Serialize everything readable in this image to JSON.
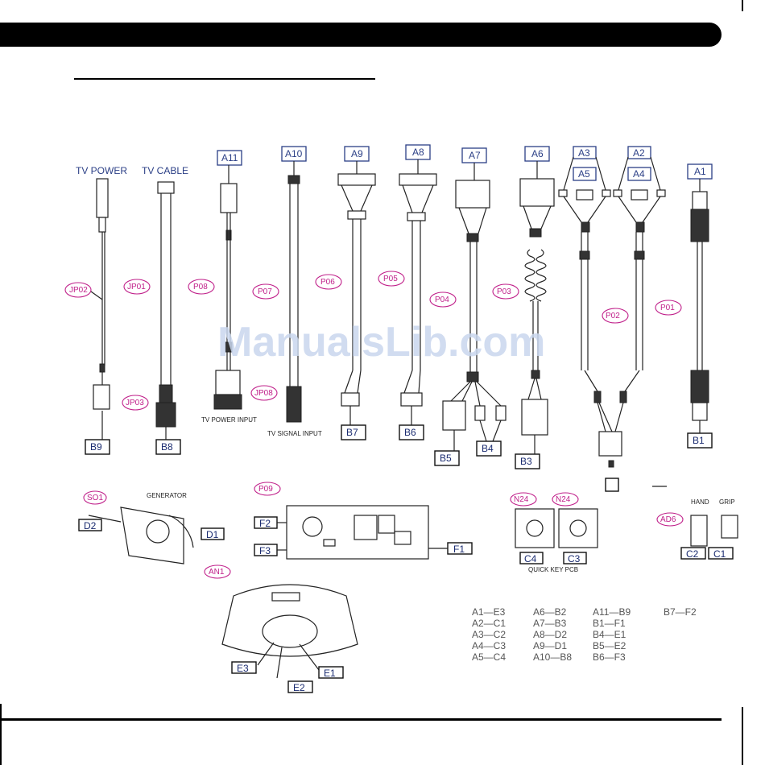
{
  "heading_top_labels": {
    "tv_power": "TV  POWER",
    "tv_cable": "TV  CABLE"
  },
  "connector_labels_blue": [
    "A11",
    "A10",
    "A9",
    "A8",
    "A7",
    "A6",
    "A3",
    "A2",
    "A5",
    "A4",
    "A1"
  ],
  "part_labels_pink": [
    "JP02",
    "JP01",
    "P08",
    "P07",
    "P06",
    "P05",
    "P04",
    "P03",
    "P02",
    "P01",
    "JP03",
    "JP08"
  ],
  "bottom_labels": [
    "B9",
    "B8",
    "B7",
    "B6",
    "B5",
    "B4",
    "B3",
    "B1"
  ],
  "captions": {
    "tv_power_input": "TV POWER INPUT",
    "tv_signal_input": "TV SIGNAL INPUT",
    "generator": "GENERATOR",
    "quick_key_pcb": "QUICK   KEY  PCB",
    "hand": "HAND",
    "grip": "GRIP"
  },
  "lower_parts": {
    "so1": "SO1",
    "p09": "P09",
    "n24a": "N24",
    "n24b": "N24",
    "ad6": "AD6",
    "an1": "AN1"
  },
  "lower_labels": {
    "d2": "D2",
    "d1": "D1",
    "f2": "F2",
    "f3": "F3",
    "f1": "F1",
    "c4": "C4",
    "c3": "C3",
    "c2": "C2",
    "c1": "C1",
    "e3": "E3",
    "e1": "E1",
    "e2": "E2"
  },
  "mapping": [
    [
      "A1—E3",
      "A6—B2",
      "A11—B9",
      "B7—F2"
    ],
    [
      "A2—C1",
      "A7—B3",
      "B1—F1",
      ""
    ],
    [
      "A3—C2",
      "A8—D2",
      "B4—E1",
      ""
    ],
    [
      "A4—C3",
      "A9—D1",
      "B5—E2",
      ""
    ],
    [
      "A5—C4",
      "A10—B8",
      "B6—F3",
      ""
    ]
  ],
  "watermark": "ManualsLib.com"
}
